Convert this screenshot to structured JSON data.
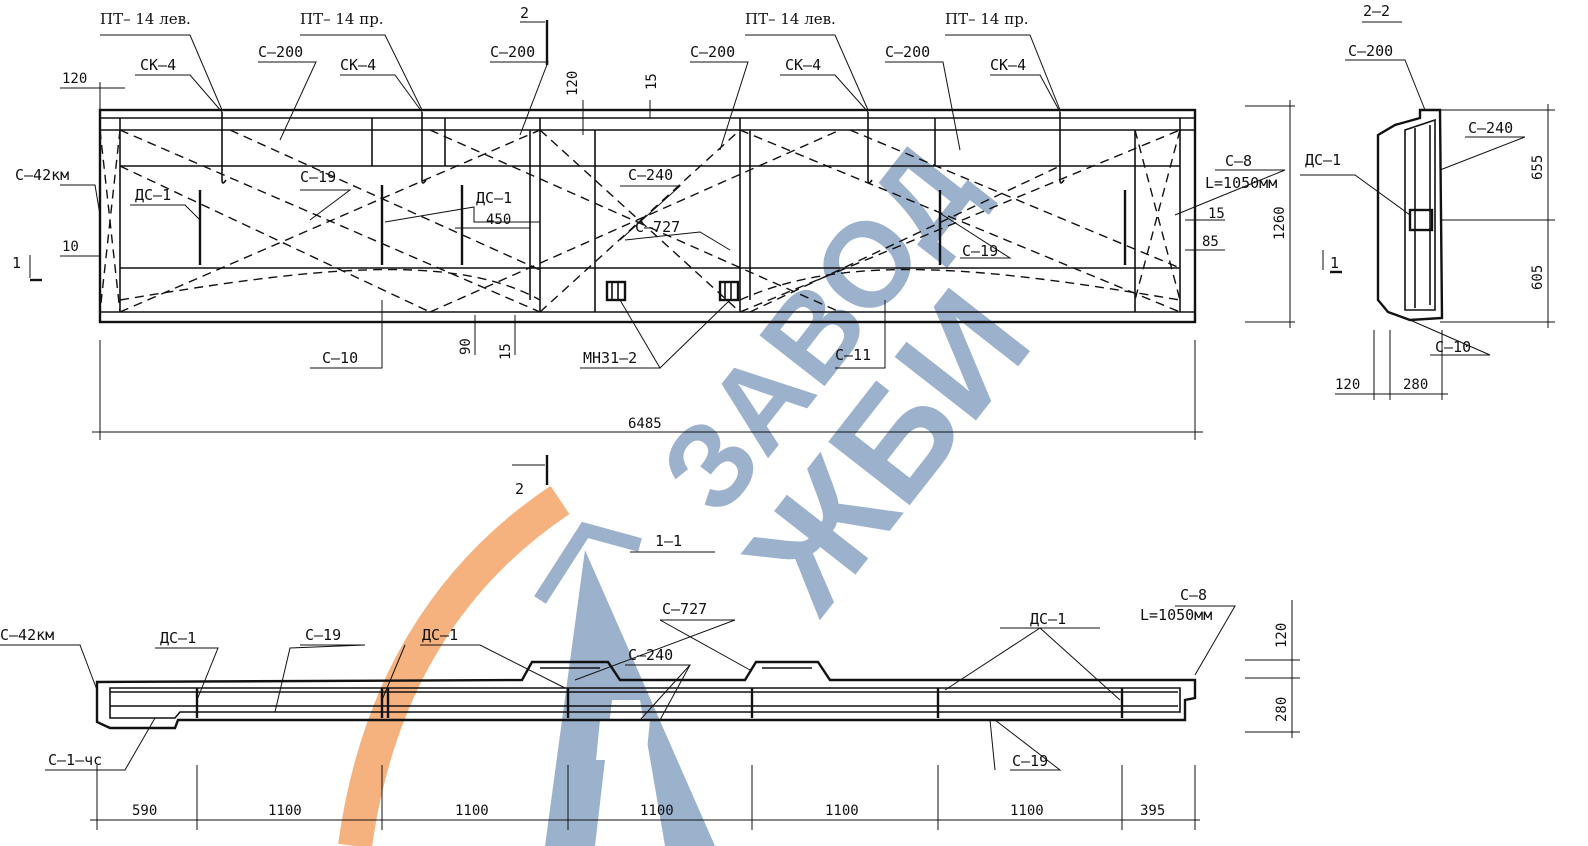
{
  "watermark": {
    "line1": "ЗАВОД",
    "line2": "ЖБИ",
    "color_primary": "#8aa4c4",
    "color_accent": "#f5a467",
    "logo_name": "tower-crane-logo"
  },
  "plan": {
    "labels": {
      "pt14_left": "ПТ– 14 лев.",
      "pt14_right": "ПТ– 14 пр.",
      "ck4": "СК–4",
      "c200": "С–200",
      "c42km": "С–42км",
      "dc1": "ДС–1",
      "c19": "С–19",
      "c240": "С–240",
      "c727": "С–727",
      "c8": "С–8",
      "c8_len": "L=1050мм",
      "c10": "С–10",
      "c11": "С–11",
      "mn31": "МН31–2",
      "section1": "1",
      "section2": "2"
    },
    "dims": {
      "d120": "120",
      "d10": "10",
      "d15": "15",
      "d450": "450",
      "d85": "85",
      "d90": "90",
      "d1260": "1260",
      "d6485": "6485"
    }
  },
  "section22": {
    "title": "2–2",
    "labels": {
      "c200": "С–200",
      "c240": "С–240",
      "dc1": "ДС–1",
      "c10": "С–10",
      "mark1": "1"
    },
    "dims": {
      "d655": "655",
      "d605": "605",
      "d120": "120",
      "d280": "280"
    }
  },
  "section11": {
    "title": "1–1",
    "labels": {
      "c42km": "С–42км",
      "dc1": "ДС–1",
      "c19": "С–19",
      "c727": "С–727",
      "c240": "С–240",
      "c8": "С–8",
      "c8_len": "L=1050мм",
      "c1": "С–1–чс"
    },
    "dims": {
      "d120": "120",
      "d280": "280",
      "spans": [
        "590",
        "1100",
        "1100",
        "1100",
        "1100",
        "1100",
        "395"
      ]
    }
  }
}
